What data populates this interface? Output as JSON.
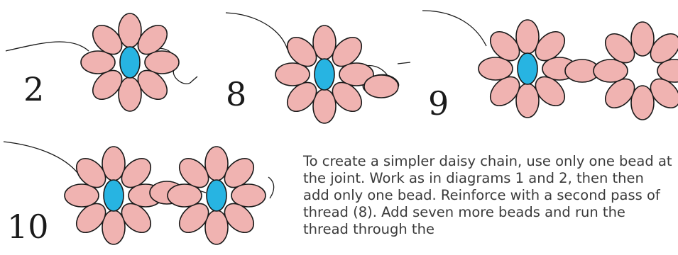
{
  "colors": {
    "petal_bead": "#f0b3b1",
    "center_bead": "#27b4e2",
    "thread": "#1a1a1a",
    "text": "#3a3a3a"
  },
  "steps": [
    {
      "label": "2"
    },
    {
      "label": "8"
    },
    {
      "label": "9"
    },
    {
      "label": "10"
    }
  ],
  "instructions": {
    "text": "To create a simpler daisy chain, use only one bead at the joint.  Work as in diagrams 1 and 2, then then add only one bead. Reinforce with a second pass of thread (8). Add seven more beads and run the thread through the"
  }
}
